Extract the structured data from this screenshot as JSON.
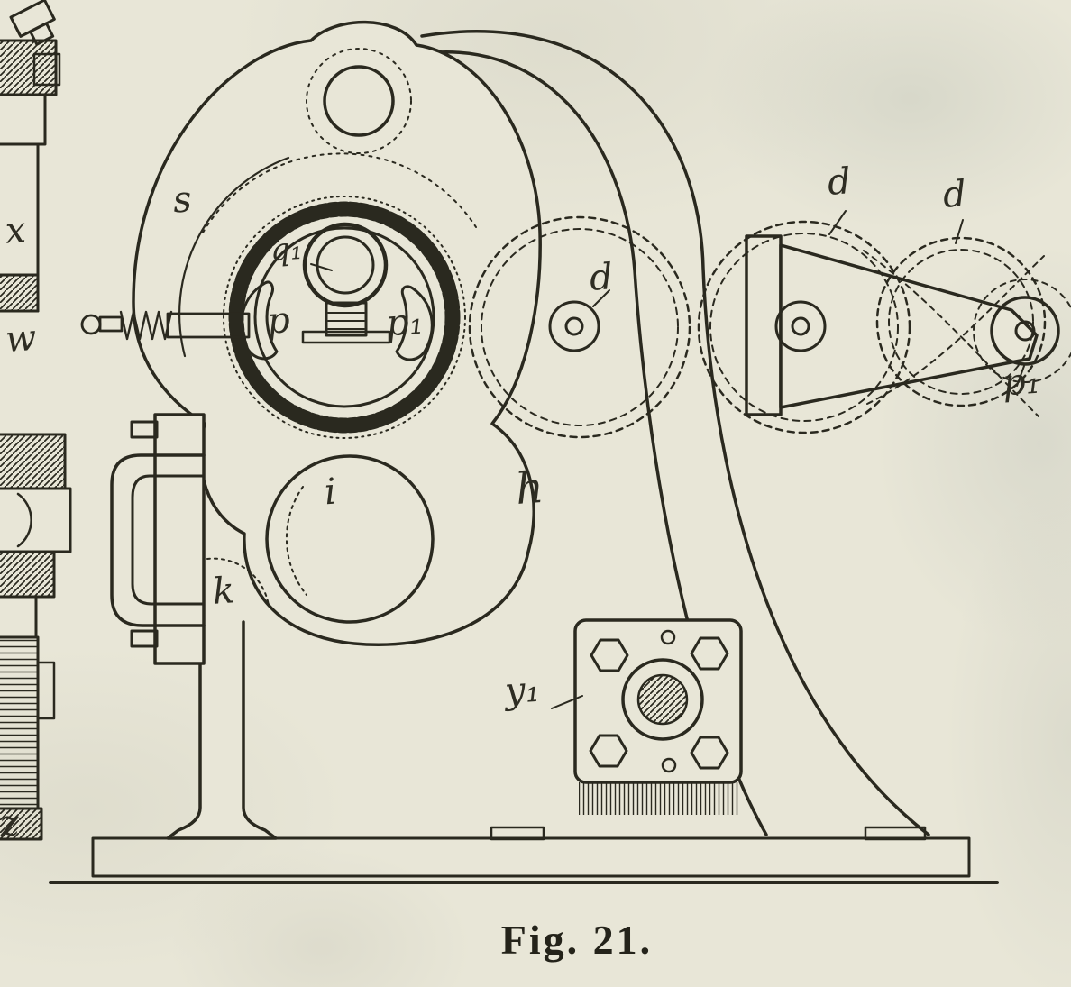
{
  "figure": {
    "caption": "Fig. 21.",
    "ink_color": "#2a291f",
    "paper_color": "#e8e6d7",
    "labels": {
      "s": "s",
      "q1": "q₁",
      "p": "p",
      "p1_slot": "p₁",
      "w": "w",
      "x": "x",
      "z": "z",
      "k": "k",
      "i": "i",
      "h": "h",
      "d1": "d",
      "d2": "d",
      "d3": "d",
      "p1_pulley": "p₁",
      "y1": "y₁"
    }
  }
}
